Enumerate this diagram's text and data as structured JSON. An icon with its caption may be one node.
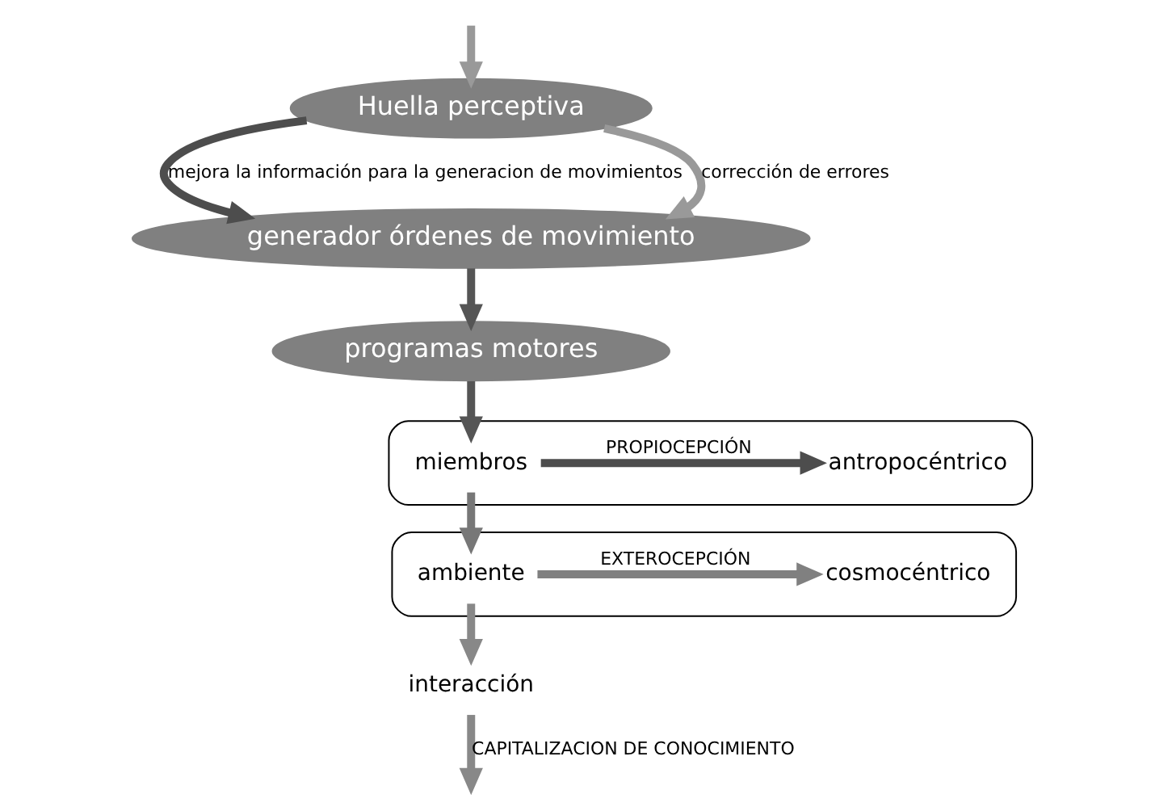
{
  "diagram": {
    "nodes": [
      {
        "text": [
          "generador órdenes de movimiento"
        ]
      },
      {
        "text": [
          "Huella perceptiva"
        ]
      },
      {
        "text": [
          "programas motores"
        ]
      },
      {
        "text": [],
        "shape": "ellipse"
      },
      {
        "text": [
          "miembros"
        ],
        "in": 3
      },
      {
        "text": [
          "antropocéntrico"
        ],
        "in": 3
      },
      {
        "text": [],
        "shape": "ellipse"
      },
      {
        "text": [
          "ambiente"
        ],
        "in": 6
      },
      {
        "text": [
          "cosmocéntrico"
        ],
        "in": 6
      },
      {
        "text": [
          "interacción"
        ]
      }
    ],
    "edges": [
      {
        "from": 1,
        "to": 0,
        "arrow": "to",
        "label": "mejora la información para la generacion de movimientos",
        "color": "#4d4d4d"
      },
      {
        "from": 1,
        "to": 0,
        "arrow": "to",
        "label": "corrección de errores",
        "color": "#999999"
      },
      {
        "from": 0,
        "to": 2,
        "arrow": "to",
        "color": "#555555"
      },
      {
        "from": 2,
        "to": 4,
        "arrow": "to",
        "color": "#555555"
      },
      {
        "from": 4,
        "to": 5,
        "arrow": "to",
        "label": "PROPIOCEPCIÓN",
        "color": "#4d4d4d"
      },
      {
        "from": 4,
        "to": 7,
        "arrow": "to",
        "color": "#777777"
      },
      {
        "from": 7,
        "to": 8,
        "arrow": "to",
        "label": "EXTEROCEPCIÓN",
        "color": "#808080"
      },
      {
        "from": 7,
        "to": 9,
        "arrow": "to",
        "color": "#888888"
      },
      {
        "from": 9,
        "to": null,
        "arrow": "to",
        "label": "CAPITALIZACION DE CONOCIMIENTO",
        "color": "#888888"
      },
      {
        "from": null,
        "to": 1,
        "arrow": "to",
        "color": "#999999"
      }
    ]
  }
}
